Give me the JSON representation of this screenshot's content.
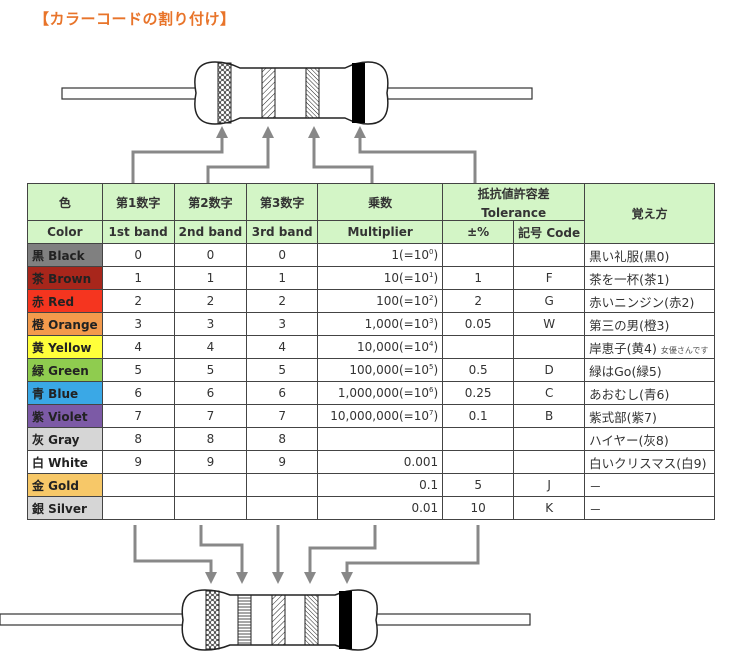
{
  "title": "【カラーコードの割り付け】",
  "header": {
    "color_jp": "色",
    "color_en": "Color",
    "d1_jp": "第1数字",
    "d1_en": "1st band",
    "d2_jp": "第2数字",
    "d2_en": "2nd band",
    "d3_jp": "第3数字",
    "d3_en": "3rd band",
    "mul_jp": "乗数",
    "mul_en": "Multiplier",
    "tol_jp": "抵抗値許容差",
    "tol_en": "Tolerance",
    "tol_pct": "±%",
    "tol_code": "記号 Code",
    "memo": "覚え方"
  },
  "rows": [
    {
      "color": "黒 Black",
      "bg": "#808080",
      "fg": "#222",
      "d": "0",
      "mul": "1(=10",
      "exp": "0",
      "pct": "",
      "code": "",
      "memo": "黒い礼服(黒0)"
    },
    {
      "color": "茶 Brown",
      "bg": "#a8261b",
      "fg": "#222",
      "d": "1",
      "mul": "10(=10",
      "exp": "1",
      "pct": "1",
      "code": "F",
      "memo": "茶を一杯(茶1)"
    },
    {
      "color": "赤 Red",
      "bg": "#f5351f",
      "fg": "#222",
      "d": "2",
      "mul": "100(=10",
      "exp": "2",
      "pct": "2",
      "code": "G",
      "memo": "赤いニンジン(赤2)"
    },
    {
      "color": "橙 Orange",
      "bg": "#f39a4c",
      "fg": "#222",
      "d": "3",
      "mul": "1,000(=10",
      "exp": "3",
      "pct": "0.05",
      "code": "W",
      "memo": "第三の男(橙3)"
    },
    {
      "color": "黄 Yellow",
      "bg": "#ffff3a",
      "fg": "#222",
      "d": "4",
      "mul": "10,000(=10",
      "exp": "4",
      "pct": "",
      "code": "",
      "memo": "岸恵子(黄4)",
      "note": "女優さんです"
    },
    {
      "color": "緑 Green",
      "bg": "#8fcc4f",
      "fg": "#222",
      "d": "5",
      "mul": "100,000(=10",
      "exp": "5",
      "pct": "0.5",
      "code": "D",
      "memo": "緑はGo(緑5)"
    },
    {
      "color": "青 Blue",
      "bg": "#3aa8e6",
      "fg": "#222",
      "d": "6",
      "mul": "1,000,000(=10",
      "exp": "6",
      "pct": "0.25",
      "code": "C",
      "memo": "あおむし(青6)"
    },
    {
      "color": "紫 Violet",
      "bg": "#7c5aa6",
      "fg": "#222",
      "d": "7",
      "mul": "10,000,000(=10",
      "exp": "7",
      "pct": "0.1",
      "code": "B",
      "memo": "紫式部(紫7)"
    },
    {
      "color": "灰 Gray",
      "bg": "#d6d6d6",
      "fg": "#222",
      "d": "8",
      "mul": "",
      "exp": "",
      "pct": "",
      "code": "",
      "memo": "ハイヤー(灰8)"
    },
    {
      "color": "白 White",
      "bg": "#ffffff",
      "fg": "#222",
      "d": "9",
      "mul": "0.001",
      "exp": "",
      "pct": "",
      "code": "",
      "memo": "白いクリスマス(白9)"
    },
    {
      "color": "金 Gold",
      "bg": "#f7c868",
      "fg": "#222",
      "d": "",
      "mul": "0.1",
      "exp": "",
      "pct": "5",
      "code": "J",
      "memo": "－"
    },
    {
      "color": "銀 Silver",
      "bg": "#d6d6d6",
      "fg": "#222",
      "d": "",
      "mul": "0.01",
      "exp": "",
      "pct": "10",
      "code": "K",
      "memo": "－"
    }
  ]
}
